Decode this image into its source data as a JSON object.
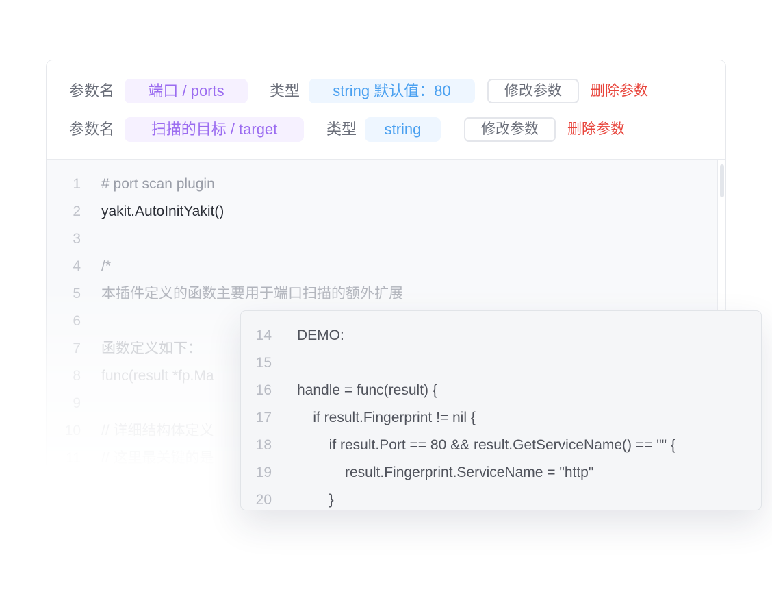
{
  "params": [
    {
      "name_label": "参数名",
      "name": "端口 / ports",
      "type_label": "类型",
      "type": "string 默认值：80",
      "edit": "修改参数",
      "delete": "删除参数"
    },
    {
      "name_label": "参数名",
      "name": "扫描的目标 / target",
      "type_label": "类型",
      "type": "string",
      "edit": "修改参数",
      "delete": "删除参数"
    }
  ],
  "editor": {
    "lines": [
      {
        "n": "1",
        "t": "# port scan plugin"
      },
      {
        "n": "2",
        "t": "yakit.AutoInitYakit()"
      },
      {
        "n": "3",
        "t": ""
      },
      {
        "n": "4",
        "t": "/*"
      },
      {
        "n": "5",
        "t": "本插件定义的函数主要用于端口扫描的额外扩展"
      },
      {
        "n": "6",
        "t": ""
      },
      {
        "n": "7",
        "t": "函数定义如下："
      },
      {
        "n": "8",
        "t": "func(result *fp.Ma"
      },
      {
        "n": "9",
        "t": ""
      },
      {
        "n": "10",
        "t": "// 详细结构体定义"
      },
      {
        "n": "11",
        "t": "// 这里最关键的是"
      }
    ]
  },
  "popup": {
    "lines": [
      {
        "n": "14",
        "t": "DEMO:"
      },
      {
        "n": "15",
        "t": ""
      },
      {
        "n": "16",
        "t": "handle = func(result) {"
      },
      {
        "n": "17",
        "t": "    if result.Fingerprint != nil {"
      },
      {
        "n": "18",
        "t": "        if result.Port == 80 && result.GetServiceName() == \"\" {"
      },
      {
        "n": "19",
        "t": "            result.Fingerprint.ServiceName = \"http\""
      },
      {
        "n": "20",
        "t": "        }"
      }
    ]
  },
  "colors": {
    "name_tag": "#9b6cf0",
    "type_tag": "#4aa0f0",
    "delete": "#e8453c"
  }
}
